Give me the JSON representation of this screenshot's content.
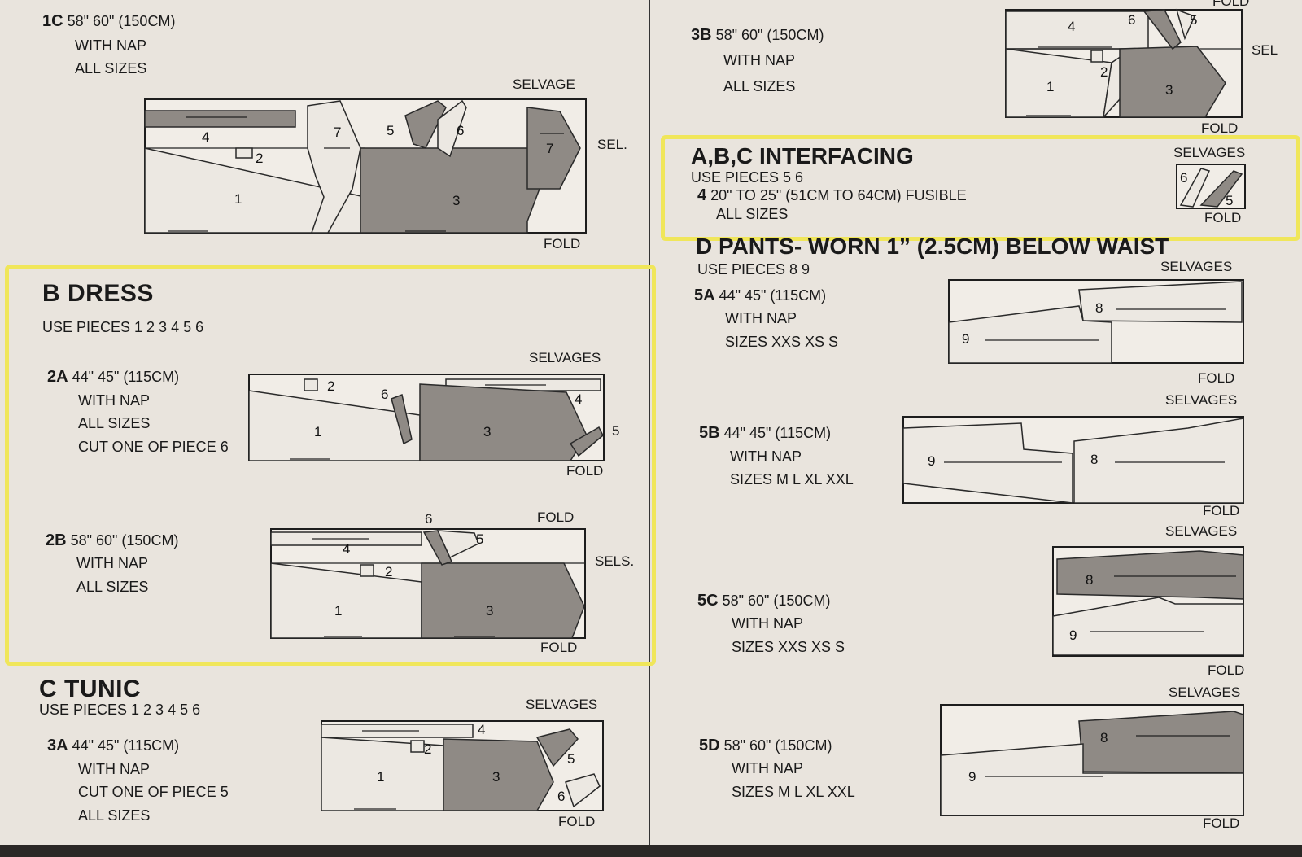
{
  "sections": {
    "c1": {
      "id": "1C",
      "fabric": "58\" 60\" (150CM)",
      "lines": [
        "WITH NAP",
        "ALL SIZES"
      ],
      "selvage": "SELVAGE",
      "sel": "SEL.",
      "fold": "FOLD"
    },
    "b": {
      "title": "B DRESS",
      "uses": "USE PIECES  1 2 3 4 5 6",
      "a2": {
        "id": "2A",
        "fabric": "44\" 45\" (115CM)",
        "lines": [
          "WITH NAP",
          "ALL SIZES",
          "CUT ONE OF PIECE 6"
        ],
        "selvages": "SELVAGES",
        "fold": "FOLD"
      },
      "b2": {
        "id": "2B",
        "fabric": "58\" 60\" (150CM)",
        "lines": [
          "WITH NAP",
          "ALL SIZES"
        ],
        "fold_top": "FOLD",
        "sels": "SELS.",
        "fold": "FOLD"
      }
    },
    "c": {
      "title": "C TUNIC",
      "uses": "USE PIECES  1 2 3 4 5 6",
      "a3": {
        "id": "3A",
        "fabric": "44\" 45\" (115CM)",
        "lines": [
          "WITH NAP",
          "CUT ONE OF PIECE 5",
          "ALL SIZES"
        ],
        "selvages": "SELVAGES",
        "fold": "FOLD"
      }
    },
    "b3": {
      "id": "3B",
      "fabric": "58\" 60\" (150CM)",
      "lines": [
        "WITH NAP",
        "ALL SIZES"
      ],
      "fold_top": "FOLD",
      "sel": "SEL",
      "fold": "FOLD"
    },
    "interfacing": {
      "title": "A,B,C INTERFACING",
      "uses": "USE PIECES  5 6",
      "id": "4",
      "fabric": "20\" TO 25\" (51CM TO 64CM) FUSIBLE",
      "line": "ALL SIZES",
      "selvages": "SELVAGES",
      "fold": "FOLD"
    },
    "d": {
      "title": "D PANTS- WORN 1” (2.5CM) BELOW WAIST",
      "uses": "USE PIECES  8 9",
      "a5": {
        "id": "5A",
        "fabric": "44\" 45\" (115CM)",
        "lines": [
          "WITH NAP",
          "SIZES XXS XS S"
        ],
        "selvages": "SELVAGES",
        "fold": "FOLD"
      },
      "b5": {
        "id": "5B",
        "fabric": "44\" 45\" (115CM)",
        "lines": [
          "WITH NAP",
          "SIZES M L XL XXL"
        ],
        "selvages": "SELVAGES",
        "fold": "FOLD"
      },
      "c5": {
        "id": "5C",
        "fabric": "58\" 60\" (150CM)",
        "lines": [
          "WITH NAP",
          "SIZES XXS XS S"
        ],
        "selvages": "SELVAGES",
        "fold": "FOLD"
      },
      "d5": {
        "id": "5D",
        "fabric": "58\" 60\" (150CM)",
        "lines": [
          "WITH NAP",
          "SIZES M L XL XXL"
        ],
        "fold": "FOLD"
      }
    }
  },
  "piece_numbers": [
    "1",
    "2",
    "3",
    "4",
    "5",
    "6",
    "7",
    "8",
    "9"
  ],
  "colors": {
    "paper": "#e9e4dd",
    "shaded": "#8f8a85",
    "highlight": "#f0e65a"
  }
}
